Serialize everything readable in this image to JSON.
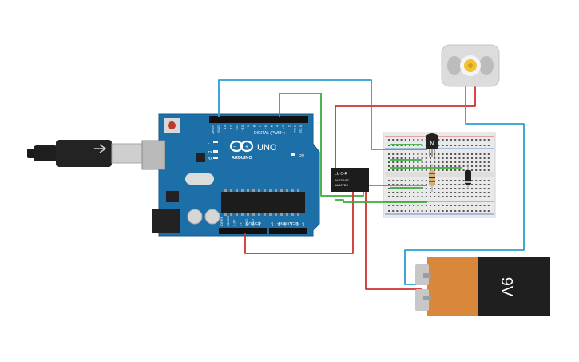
{
  "arduino": {
    "brand_logo": "UNO",
    "maker": "ARDUINO",
    "digital_header": "DIGITAL (PWM~)",
    "power_label": "POWER",
    "analog_label": "ANALOG IN",
    "on_label": "ON",
    "led_l": "L",
    "led_tx": "TX",
    "led_rx": "RX",
    "aref": "AREF",
    "gnd": "GND",
    "digital_pins": [
      "13",
      "12",
      "~11",
      "~10",
      "~9",
      "8",
      "7",
      "~6",
      "~5",
      "4",
      "~3",
      "2",
      "TX 1",
      "RX 0"
    ],
    "power_pins": [
      "IOREF",
      "RESET",
      "3.3V",
      "5V",
      "GND",
      "GND",
      "Vin"
    ],
    "analog_pins": [
      "A0",
      "A1",
      "A2",
      "A3",
      "A4",
      "A5"
    ]
  },
  "relay": {
    "model": "LU-5-R",
    "line1": "5A/125VAC",
    "line2": "5A/24VDC"
  },
  "transistor": {
    "label": "N"
  },
  "battery": {
    "label": "9V"
  },
  "colors": {
    "board": "#1d6fa8",
    "wire_blue": "#2a9fd0",
    "wire_red": "#d0312d",
    "wire_green": "#3dab3d",
    "battery_body": "#1f1f1f",
    "battery_label": "#d9873a",
    "breadboard": "#e9e9e9"
  }
}
